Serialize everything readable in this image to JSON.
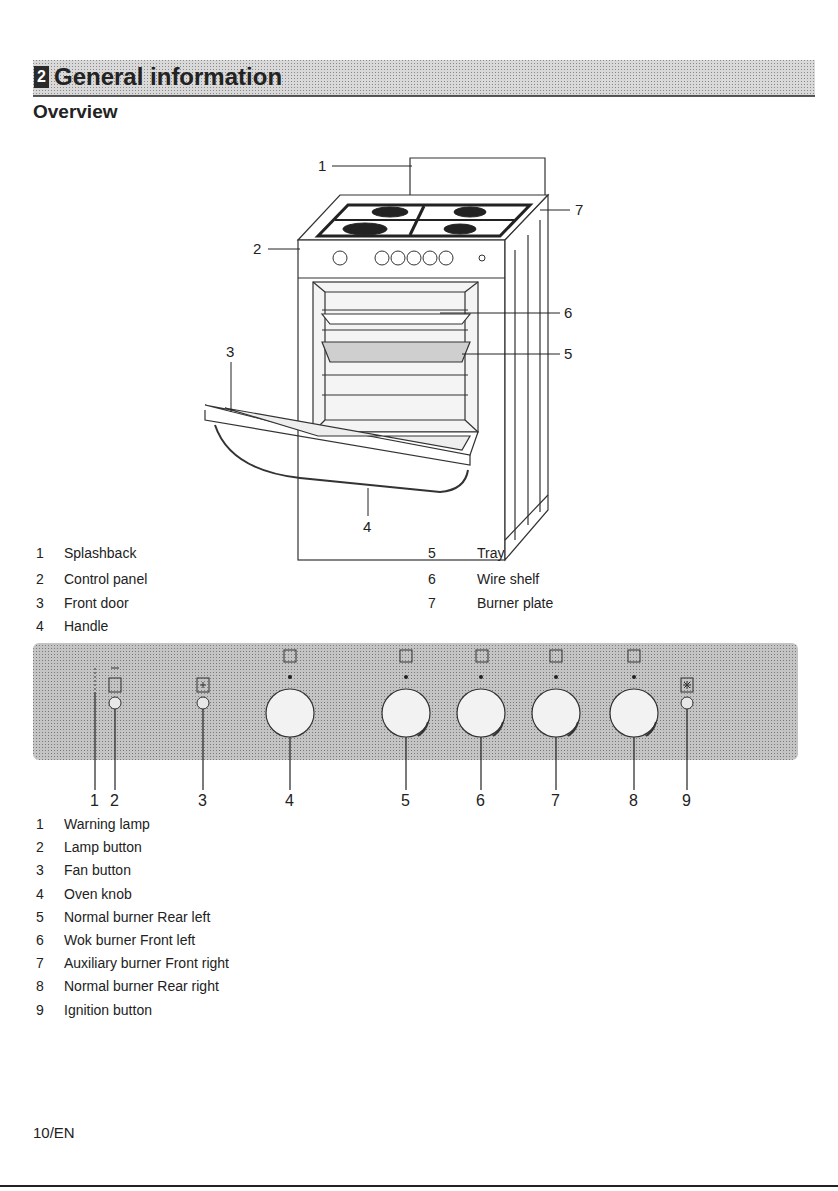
{
  "diagram": {
    "title": "General information",
    "labels": [
      "2",
      "Overview",
      "1",
      "2",
      "7",
      "6",
      "5",
      "3",
      "4",
      "1",
      "Splashback",
      "2",
      "Control panel",
      "3",
      "Front door",
      "4",
      "Handle",
      "5",
      "Tray",
      "6",
      "Wire shelf",
      "7",
      "Burner plate",
      "1",
      "2",
      "3",
      "4",
      "5",
      "6",
      "7",
      "8",
      "9",
      "1",
      "Warning lamp",
      "2",
      "Lamp button",
      "3",
      "Fan button",
      "4",
      "Oven knob",
      "5",
      "Normal burner Rear left",
      "6",
      "Wok burner Front left",
      "7",
      "Auxiliary burner Front right",
      "8",
      "Normal burner Rear right",
      "9",
      "Ignition button",
      "10/EN"
    ]
  }
}
